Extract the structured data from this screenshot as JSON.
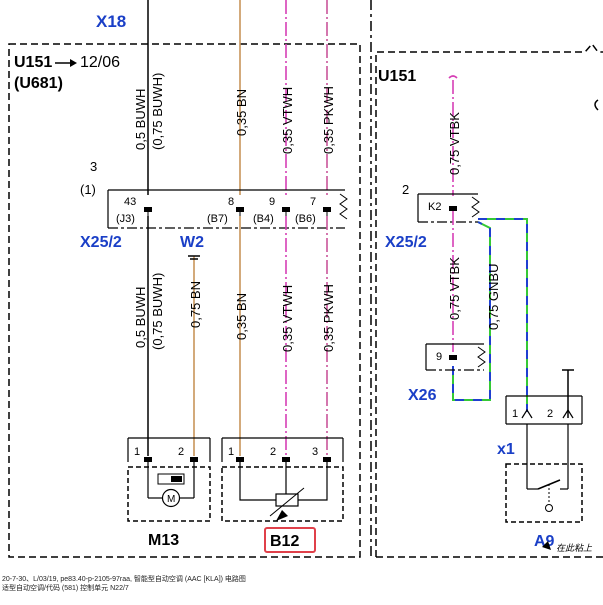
{
  "left_module": {
    "ground_label": "X18",
    "module_name": "U151",
    "module_date": "12/06",
    "module_alt": "(U681)",
    "connector_num": "3",
    "connector_num_alt": "(1)",
    "pins_top": [
      "43",
      "8",
      "9",
      "7"
    ],
    "pins_bottom": [
      "(J3)",
      "(B7)",
      "(B4)",
      "(B6)"
    ],
    "connector_label": "X25/2",
    "w2_label": "W2"
  },
  "left_wires": {
    "top": {
      "buwh": "0,5 BUWH",
      "buwh_alt": "(0,75 BUWH)",
      "bn": "0,35 BN",
      "vtwh": "0,35 VTWH",
      "pkwh": "0,35 PKWH"
    },
    "bottom": {
      "buwh": "0,5 BUWH",
      "buwh_alt": "(0,75 BUWH)",
      "bn075": "0,75 BN",
      "bn": "0,35 BN",
      "vtwh": "0,35 VTWH",
      "pkwh": "0,35 PKWH"
    }
  },
  "components": {
    "m13": {
      "label": "M13",
      "pins": [
        "1",
        "2"
      ],
      "motor": "M"
    },
    "b12": {
      "label": "B12",
      "pins": [
        "1",
        "2",
        "3"
      ]
    }
  },
  "right_module": {
    "module_name": "U151",
    "connector_num": "2",
    "pin_k2": "K2",
    "wire_top": "0,75 VTBK",
    "wire_vtbk": "0,75 VTBK",
    "wire_gnbu": "0,75 GNBU",
    "connector_label": "X25/2",
    "x26_pin": "9",
    "x26_label": "X26",
    "x1_label": "x1",
    "switch_pins": [
      "1",
      "2"
    ],
    "a9_label": "A9",
    "corner_note": "在此粘上"
  },
  "footer": {
    "line1": "20-7-30、L/03/19, pe83.40-p-2105-97raa, 智能型自动空调 (AAC [KLA]) 电路图",
    "line2": "适型自动空调/代码 (581) 控制单元 N22/7"
  },
  "colors": {
    "bn": "#c8955a",
    "vtwh": "#d63fb5",
    "pkwh": "#c9559a",
    "gnbu_green": "#35c935",
    "gnbu_blue": "#1f3fd0",
    "label_blue": "#1a3fc7",
    "highlight_red": "#e0404a"
  }
}
